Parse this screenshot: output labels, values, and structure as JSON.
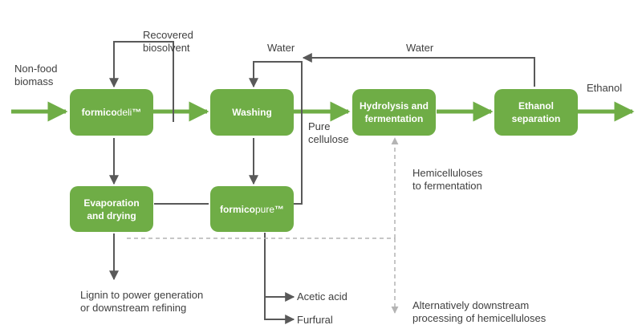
{
  "colors": {
    "process_green": "#6fad46",
    "arrow_grey": "#595959",
    "dashed_grey": "#b4b4b4",
    "text": "#404040"
  },
  "nodes": {
    "formicodeli": {
      "brand_bold": "formico",
      "brand_light": "deli",
      "tm": "™"
    },
    "washing": "Washing",
    "hydrolysis": "Hydrolysis and\nfermentation",
    "ethanol_separation": "Ethanol\nseparation",
    "evaporation": "Evaporation\nand drying",
    "formicopure": {
      "brand_bold": "formico",
      "brand_light": "pure",
      "tm": "™"
    }
  },
  "labels": {
    "non_food_biomass": "Non-food\nbiomass",
    "recovered_biosolvent": "Recovered\nbiosolvent",
    "water_left": "Water",
    "water_right": "Water",
    "ethanol": "Ethanol",
    "pure_cellulose": "Pure\ncellulose",
    "hemicelluloses_to_fermentation": "Hemicelluloses\nto fermentation",
    "lignin": "Lignin to power generation\nor downstream refining",
    "acetic_acid": "Acetic acid",
    "furfural": "Furfural",
    "alternative_processing": "Alternatively downstream\nprocessing of hemicelluloses"
  }
}
